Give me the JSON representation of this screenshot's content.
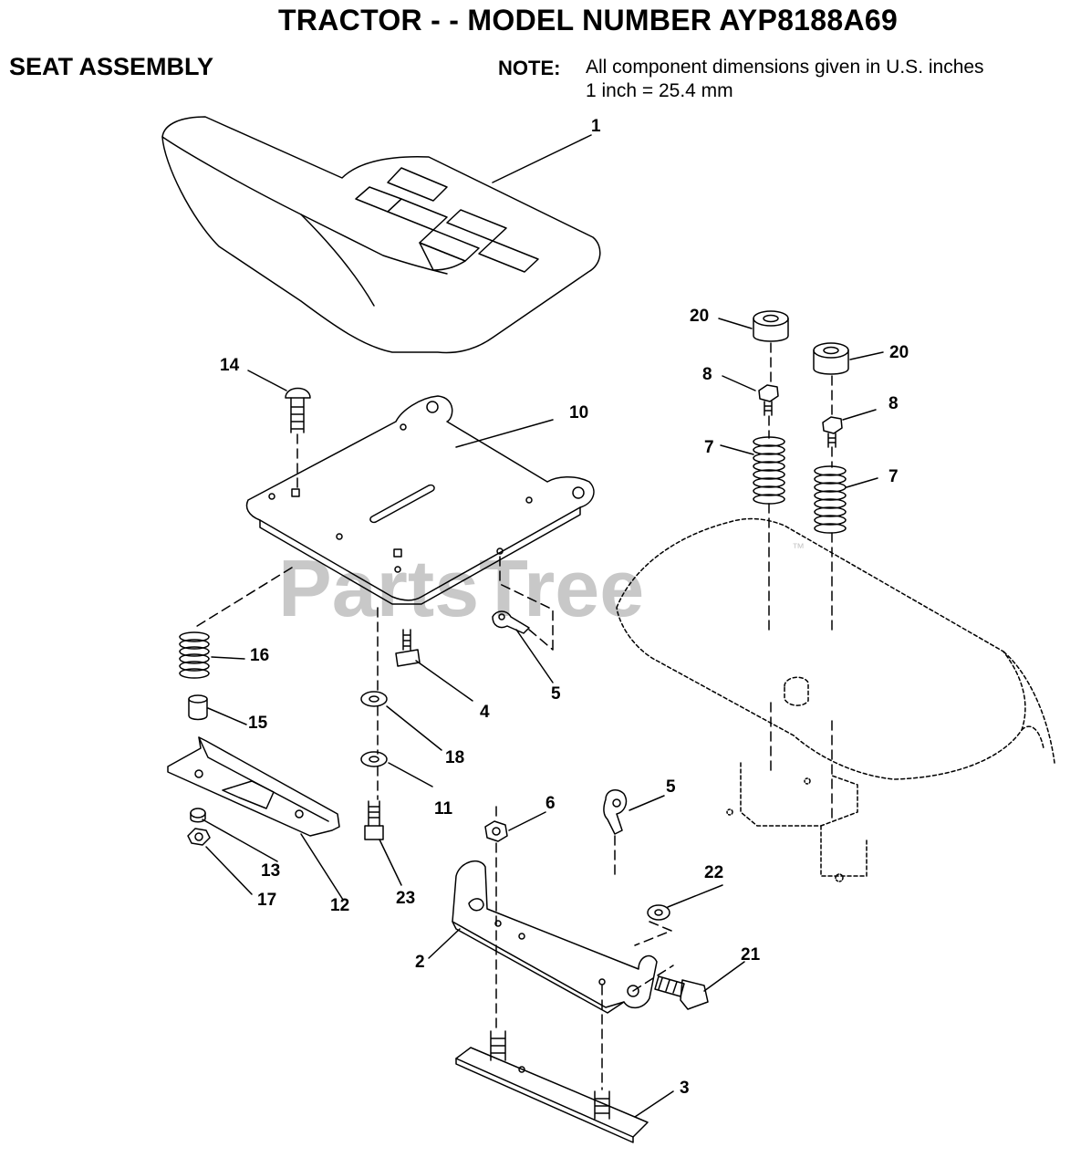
{
  "header": {
    "title": "TRACTOR - - MODEL NUMBER AYP8188A69",
    "section": "SEAT ASSEMBLY",
    "note_label": "NOTE:",
    "note_line1": "All component dimensions given in U.S. inches",
    "note_line2": "1 inch = 25.4 mm"
  },
  "watermark": {
    "text": "PartsTree",
    "mark": "™"
  },
  "callouts": [
    "1",
    "20",
    "20",
    "14",
    "8",
    "8",
    "10",
    "7",
    "7",
    "16",
    "4",
    "5",
    "15",
    "18",
    "11",
    "6",
    "5",
    "22",
    "13",
    "12",
    "17",
    "23",
    "2",
    "21",
    "3"
  ]
}
